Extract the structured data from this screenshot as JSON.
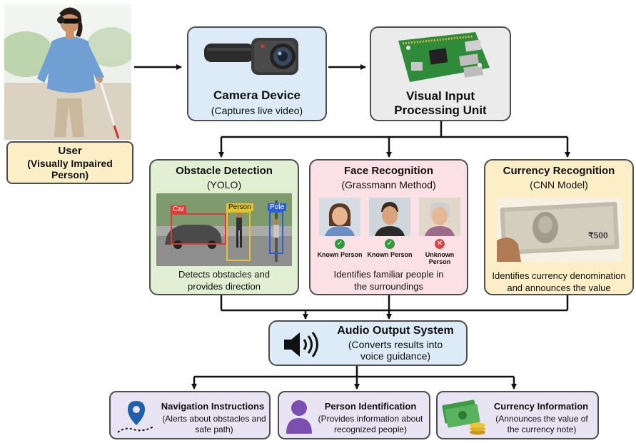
{
  "user": {
    "title": "User",
    "subtitle": "(Visually Impaired Person)"
  },
  "camera": {
    "title": "Camera Device",
    "subtitle": "(Captures live video)"
  },
  "vpu": {
    "title": "Visual Input Processing Unit"
  },
  "obstacle": {
    "title": "Obstacle Detection",
    "method": "(YOLO)",
    "tags": [
      "Car",
      "Person",
      "Pole"
    ],
    "desc": "Detects obstacles and provides direction"
  },
  "face": {
    "title": "Face Recognition",
    "method": "(Grassmann Method)",
    "people": [
      {
        "label": "Known Person",
        "status": "known"
      },
      {
        "label": "Known Person",
        "status": "known"
      },
      {
        "label": "Unknown Person",
        "status": "unknown"
      }
    ],
    "desc": "Identifies familiar people in the surroundings"
  },
  "currency": {
    "title": "Currency Recognition",
    "method": "(CNN Model)",
    "note_value": "₹500",
    "desc": "Identifies currency denomination and announces the value"
  },
  "audio": {
    "title": "Audio Output System",
    "subtitle": "(Converts results into voice guidance)"
  },
  "outputs": {
    "navigation": {
      "title": "Navigation Instructions",
      "subtitle": "(Alerts about obstacles and safe path)"
    },
    "person": {
      "title": "Person Identification",
      "subtitle": "(Provides information about recognized people)"
    },
    "currency_info": {
      "title": "Currency Information",
      "subtitle": "(Announces the value of the currency note)"
    }
  },
  "colors": {
    "blue_box": "#dcebf7",
    "gray_box": "#ebebeb",
    "green_box": "#e1f0d3",
    "pink_box": "#fbe0e6",
    "yellow_box": "#fcefc7",
    "lavender_box": "#e9e4f3",
    "icon_blue": "#1f5fa8",
    "icon_purple": "#7a4fb0",
    "check_green": "#2e9a3a",
    "cross_red": "#d94545"
  }
}
